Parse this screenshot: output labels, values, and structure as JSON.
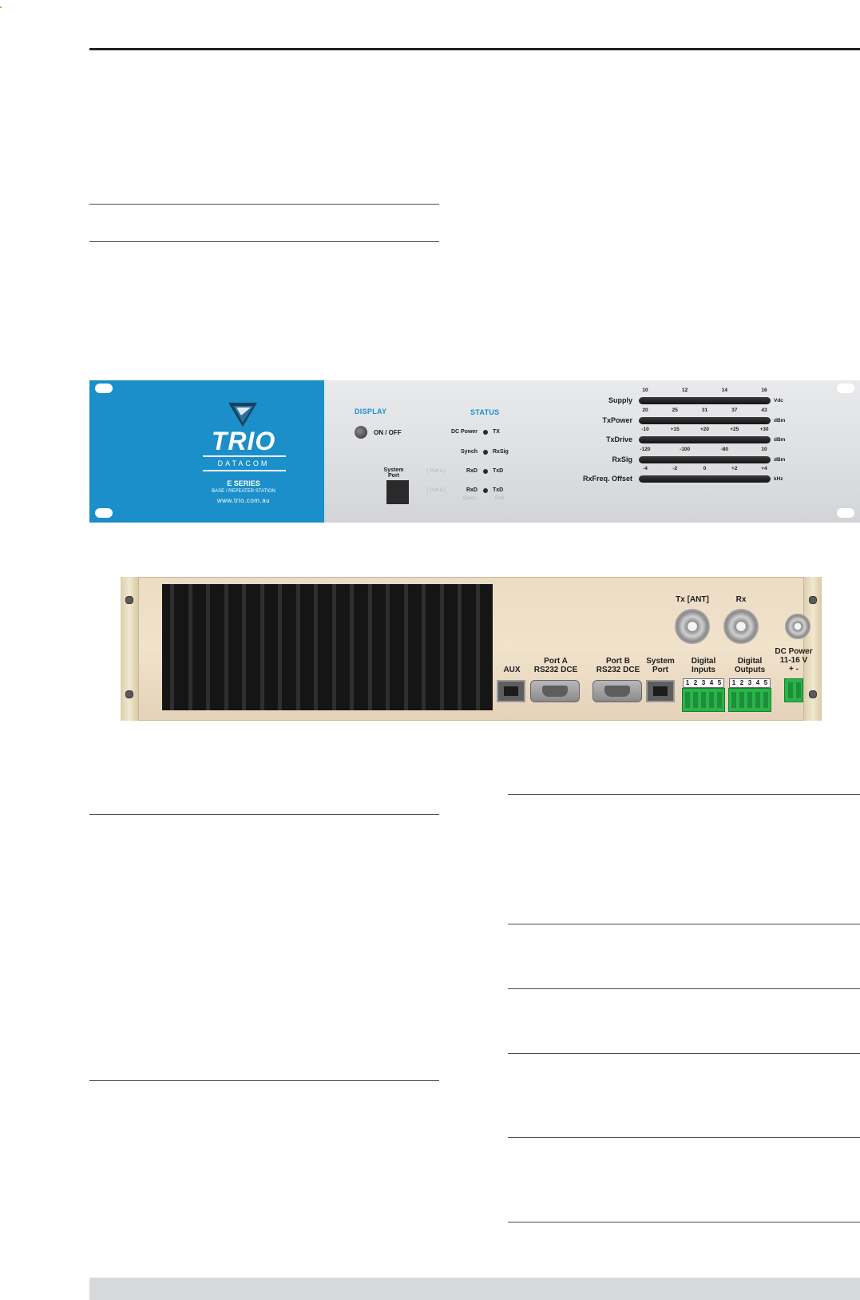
{
  "front_panel": {
    "brand": {
      "name": "TRIO",
      "sub": "DATACOM",
      "series": "E SERIES",
      "description": "BASE / REPEATER STATION",
      "url": "www.trio.com.au"
    },
    "display": {
      "heading": "DISPLAY",
      "button_label": "ON / OFF",
      "system_port_label": "System Port"
    },
    "status": {
      "heading": "STATUS",
      "rows": [
        {
          "left": "DC Power",
          "right": "TX",
          "port": ""
        },
        {
          "left": "Synch",
          "right": "RxSig",
          "port": ""
        },
        {
          "left": "RxD",
          "right": "TxD",
          "port": "[ Port A ]"
        },
        {
          "left": "RxD",
          "right": "TxD",
          "port": "[ Port B ]"
        }
      ],
      "color_left": "Green",
      "color_right": "Red"
    },
    "meters": [
      {
        "name": "Supply",
        "ticks": [
          "10",
          "12",
          "14",
          "16"
        ],
        "unit": "Vdc"
      },
      {
        "name": "TxPower",
        "ticks": [
          "20",
          "25",
          "31",
          "37",
          "43"
        ],
        "unit": "dBm"
      },
      {
        "name": "TxDrive",
        "ticks": [
          "-10",
          "+15",
          "+20",
          "+25",
          "+30"
        ],
        "unit": "dBm"
      },
      {
        "name": "RxSig",
        "ticks": [
          "-120",
          "-100",
          "-80",
          "10"
        ],
        "unit": "dBm"
      },
      {
        "name": "RxFreq. Offset",
        "ticks": [
          "-4",
          "-2",
          "0",
          "+2",
          "+4"
        ],
        "unit": "kHz"
      }
    ]
  },
  "rear_panel": {
    "aux": "AUX",
    "port_a": {
      "line1": "Port A",
      "line2": "RS232 DCE"
    },
    "port_b": {
      "line1": "Port B",
      "line2": "RS232 DCE"
    },
    "system_port": {
      "line1": "System",
      "line2": "Port"
    },
    "digital_inputs": {
      "line1": "Digital",
      "line2": "Inputs",
      "pins": [
        "1",
        "2",
        "3",
        "4",
        "5"
      ]
    },
    "digital_outputs": {
      "line1": "Digital",
      "line2": "Outputs",
      "pins": [
        "1",
        "2",
        "3",
        "4",
        "5"
      ]
    },
    "tx": "Tx [ANT]",
    "rx": "Rx",
    "dc_power": {
      "line1": "DC Power",
      "line2": "11-16 V",
      "polarity": "+ -"
    }
  },
  "colors": {
    "brand_blue": "#1a8fc9",
    "terminal_green": "#2bb34a"
  }
}
